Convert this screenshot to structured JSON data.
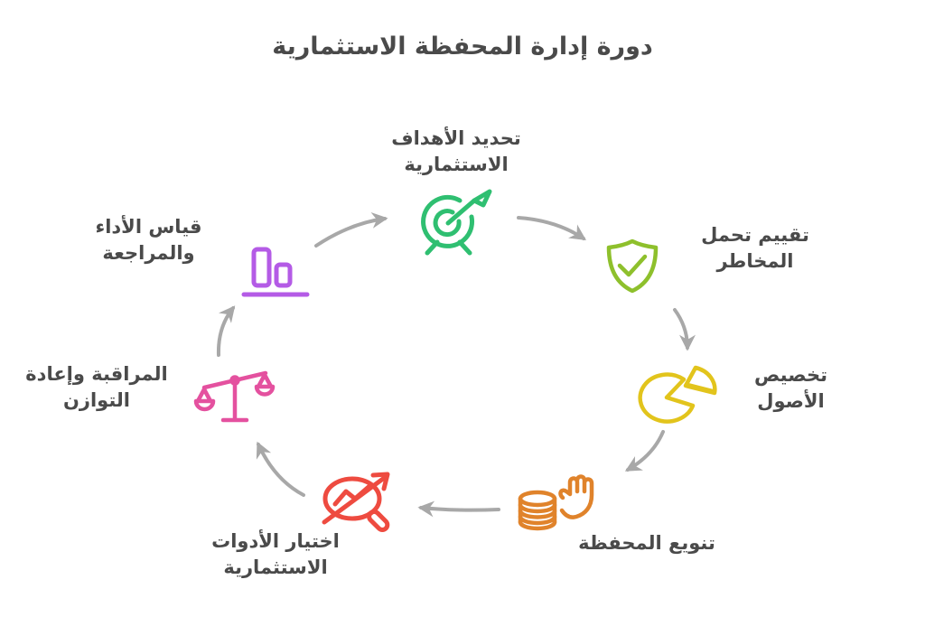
{
  "title": "دورة إدارة المحفظة الاستثمارية",
  "colors": {
    "text": "#4a4a4a",
    "arrow": "#a8a8a8",
    "background": "#ffffff"
  },
  "nodes": [
    {
      "name": "define-investment-goals",
      "label": "تحديد الأهداف\nالاستثمارية",
      "icon": "target-icon",
      "color": "#2fbf71"
    },
    {
      "name": "assess-risk-tolerance",
      "label": "تقييم تحمل\nالمخاطر",
      "icon": "shield-check-icon",
      "color": "#8ec02c"
    },
    {
      "name": "asset-allocation",
      "label": "تخصيص\nالأصول",
      "icon": "pie-chart-icon",
      "color": "#e2c41c"
    },
    {
      "name": "portfolio-diversification",
      "label": "تنويع المحفظة",
      "icon": "coins-hand-icon",
      "color": "#e0832b"
    },
    {
      "name": "select-investment-instruments",
      "label": "اختيار الأدوات\nالاستثمارية",
      "icon": "search-trend-icon",
      "color": "#ee4b40"
    },
    {
      "name": "monitoring-rebalancing",
      "label": "المراقبة وإعادة\nالتوازن",
      "icon": "balance-scale-icon",
      "color": "#e4519f"
    },
    {
      "name": "performance-measurement-review",
      "label": "قياس الأداء\nوالمراجعة",
      "icon": "bar-chart-icon",
      "color": "#b45be6"
    }
  ]
}
